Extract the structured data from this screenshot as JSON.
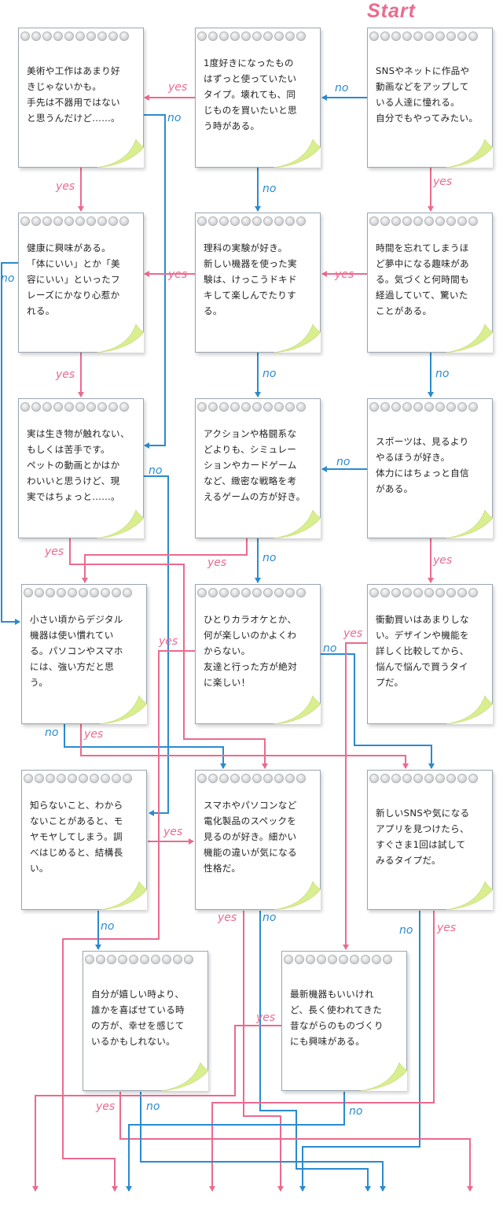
{
  "start_label": "Start",
  "colors": {
    "yes": "#ec6a8e",
    "no": "#2a8bd0",
    "curl": "#d9ee8e"
  },
  "cards": {
    "q1": {
      "text": "SNSやネットに作品や\n動画などをアップして\nいる人達に憧れる。\n自分でもやってみたい。"
    },
    "q2": {
      "text": "1度好きになったもの\nはずっと使っていたい\nタイプ。壊れても、同\nじものを買いたいと思\nう時がある。"
    },
    "q3": {
      "text": "美術や工作はあまり好\nきじゃないかも。\n手先は不器用ではない\nと思うんだけど……。"
    },
    "q4": {
      "text": "時間を忘れてしまうほ\nど夢中になる趣味があ\nる。気づくと何時間も\n経過していて、驚いた\nことがある。"
    },
    "q5": {
      "text": "理科の実験が好き。\n新しい機器を使った実\n験は、けっこうドキド\nキして楽しんでたりす\nる。"
    },
    "q6": {
      "text": "健康に興味がある。\n「体にいい」とか「美\n容にいい」といったフ\nレーズにかなり心惹か\nれる。"
    },
    "q7": {
      "text": "スポーツは、見るより\nやるほうが好き。\n体力にはちょっと自信\nがある。"
    },
    "q8": {
      "text": "アクションや格闘系な\nどよりも、シミュレー\nションやカードゲーム\nなど、緻密な戦略を考\nえるゲームの方が好き。"
    },
    "q9": {
      "text": "実は生き物が触れない、\nもしくは苦手です。\nペットの動画とかはか\nわいいと思うけど、現\n実ではちょっと……。"
    },
    "q10": {
      "text": "衝動買いはあまりしな\nい。デザインや機能を\n詳しく比較してから、\n悩んで悩んで買うタイ\nプだ。"
    },
    "q11": {
      "text": "ひとりカラオケとか、\n何が楽しいのかよくわ\nからない。\n友達と行った方が絶対\nに楽しい！"
    },
    "q12": {
      "text": "小さい頃からデジタル\n機器は使い慣れてい\nる。パソコンやスマホ\nには、強い方だと思\nう。"
    },
    "q13": {
      "text": "新しいSNSや気になる\nアプリを見つけたら、\nすぐさま1回は試して\nみるタイプだ。"
    },
    "q14": {
      "text": "スマホやパソコンなど\n電化製品のスペックを\n見るのが好き。細かい\n機能の違いが気になる\n性格だ。"
    },
    "q15": {
      "text": "知らないこと、わから\nないことがあると、モ\nヤモヤしてしまう。調\nべはじめると、結構長\nい。"
    },
    "q16": {
      "text": "自分が嬉しい時より、\n誰かを喜ばせている時\nの方が、幸せを感じて\nいるかもしれない。"
    },
    "q17": {
      "text": "最新機器もいいけれ\nど、長く使われてきた\n昔ながらのものづくり\nにも興味がある。"
    }
  },
  "answers": {
    "yes": "yes",
    "no": "no"
  }
}
